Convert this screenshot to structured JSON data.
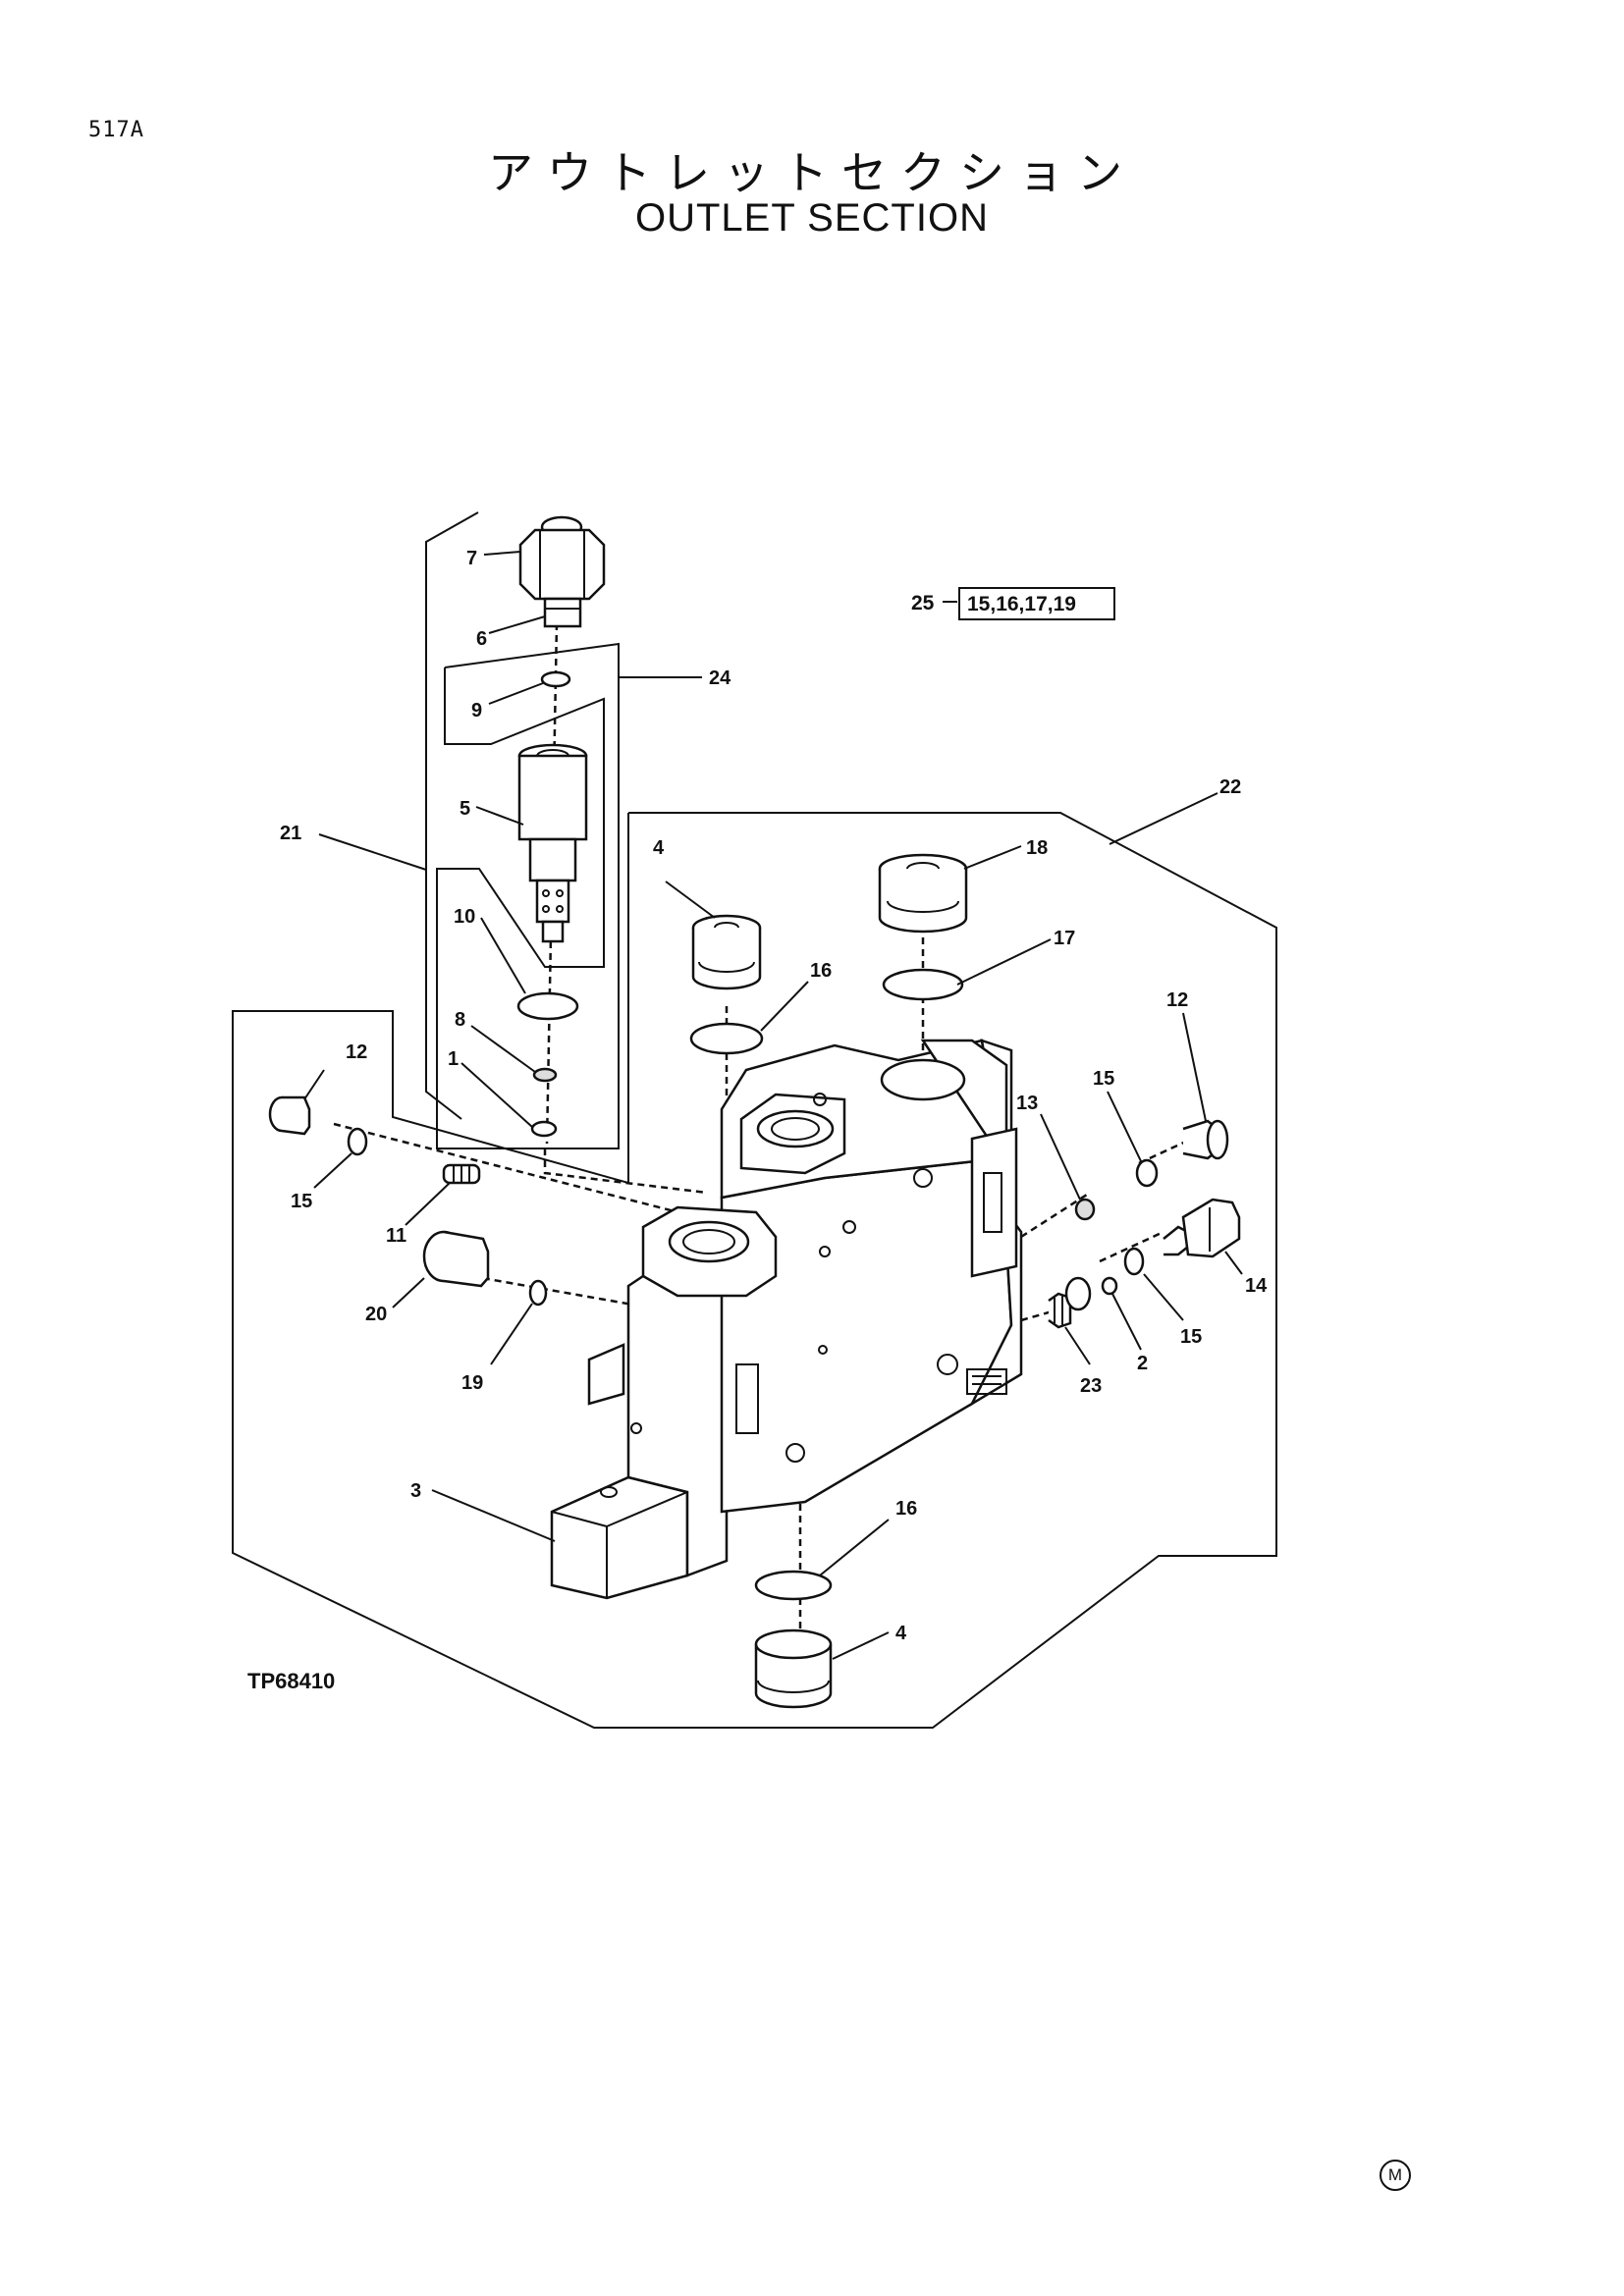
{
  "header": {
    "page_code": "517A",
    "title_jp": "アウトレットセクション",
    "title_en": "OUTLET SECTION"
  },
  "drawing_number": "TP68410",
  "corner_mark": "M",
  "set_callout": {
    "number": "25",
    "parts": "15,16,17,19"
  },
  "callouts": [
    {
      "id": "c7",
      "label": "7"
    },
    {
      "id": "c6",
      "label": "6"
    },
    {
      "id": "c9",
      "label": "9"
    },
    {
      "id": "c24",
      "label": "24"
    },
    {
      "id": "c5",
      "label": "5"
    },
    {
      "id": "c21",
      "label": "21"
    },
    {
      "id": "c10",
      "label": "10"
    },
    {
      "id": "c8",
      "label": "8"
    },
    {
      "id": "c1",
      "label": "1"
    },
    {
      "id": "c4a",
      "label": "4"
    },
    {
      "id": "c18",
      "label": "18"
    },
    {
      "id": "c16a",
      "label": "16"
    },
    {
      "id": "c17",
      "label": "17"
    },
    {
      "id": "c22",
      "label": "22"
    },
    {
      "id": "c12a",
      "label": "12"
    },
    {
      "id": "c15a",
      "label": "15"
    },
    {
      "id": "c11",
      "label": "11"
    },
    {
      "id": "c20",
      "label": "20"
    },
    {
      "id": "c19",
      "label": "19"
    },
    {
      "id": "c3",
      "label": "3"
    },
    {
      "id": "c12b",
      "label": "12"
    },
    {
      "id": "c15b",
      "label": "15"
    },
    {
      "id": "c13",
      "label": "13"
    },
    {
      "id": "c14",
      "label": "14"
    },
    {
      "id": "c15c",
      "label": "15"
    },
    {
      "id": "c2",
      "label": "2"
    },
    {
      "id": "c23",
      "label": "23"
    },
    {
      "id": "c16b",
      "label": "16"
    },
    {
      "id": "c4b",
      "label": "4"
    }
  ]
}
